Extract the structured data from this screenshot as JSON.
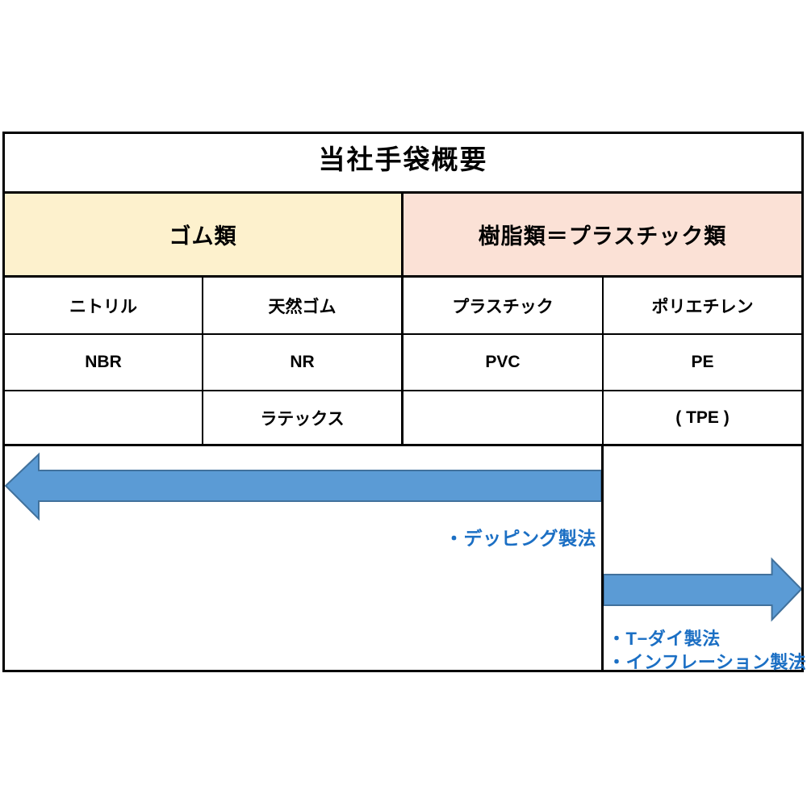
{
  "title": "当社手袋概要",
  "colors": {
    "rubber_bg": "#fdf1cd",
    "plastic_bg": "#fbe1d6",
    "arrow_fill": "#5b9bd5",
    "arrow_stroke": "#41719c",
    "method_text": "#1b6fc4",
    "border": "#000000"
  },
  "groups": [
    {
      "id": "rubber",
      "label": "ゴム類"
    },
    {
      "id": "plastic",
      "label": "樹脂類＝プラスチック類"
    }
  ],
  "columns": [
    {
      "name": "ニトリル",
      "code": "NBR",
      "extra": ""
    },
    {
      "name": "天然ゴム",
      "code": "NR",
      "extra": "ラテックス"
    },
    {
      "name": "プラスチック",
      "code": "PVC",
      "extra": ""
    },
    {
      "name": "ポリエチレン",
      "code": "PE",
      "extra": "( TPE )"
    }
  ],
  "methods": {
    "rubber": {
      "direction": "left",
      "labels": [
        "・デッピング製法"
      ]
    },
    "plastic": {
      "direction": "right",
      "labels": [
        "・T−ダイ製法",
        "・インフレーション製法"
      ]
    }
  }
}
